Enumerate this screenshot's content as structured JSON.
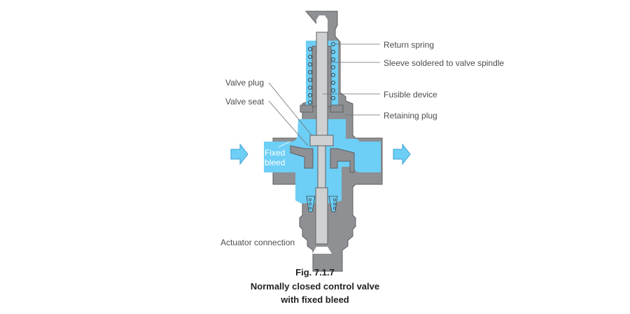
{
  "labels": {
    "return_spring": "Return spring",
    "sleeve": "Sleeve soldered to valve spindle",
    "fusible_device": "Fusible device",
    "retaining_plug": "Retaining plug",
    "valve_plug": "Valve plug",
    "valve_seat": "Valve seat",
    "fixed_bleed": "Fixed bleed",
    "actuator_connection": "Actuator connection"
  },
  "caption": {
    "fig": "Fig. 7.1.7",
    "line1": "Normally closed control valve",
    "line2": "with fixed bleed"
  },
  "colors": {
    "fluid": "#6dcff6",
    "body": "#8e9093",
    "stem": "#cfd0d2",
    "outline": "#5d5f62"
  }
}
